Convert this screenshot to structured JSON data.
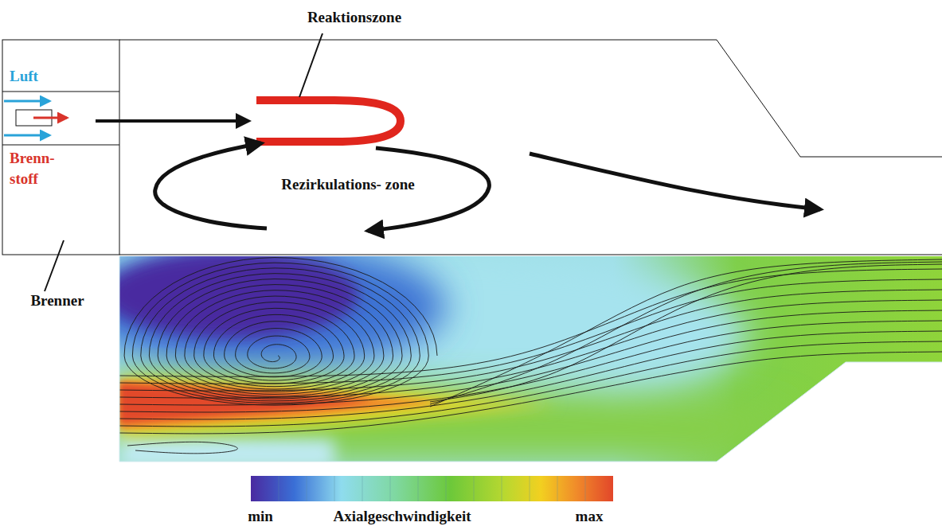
{
  "diagram": {
    "labels": [
      "Reaktionszone",
      "Luft",
      "Brenn- stoff",
      "Rezirkulations- zone",
      "Brenner",
      "min",
      "Axialgeschwindigkeit",
      "max"
    ]
  }
}
